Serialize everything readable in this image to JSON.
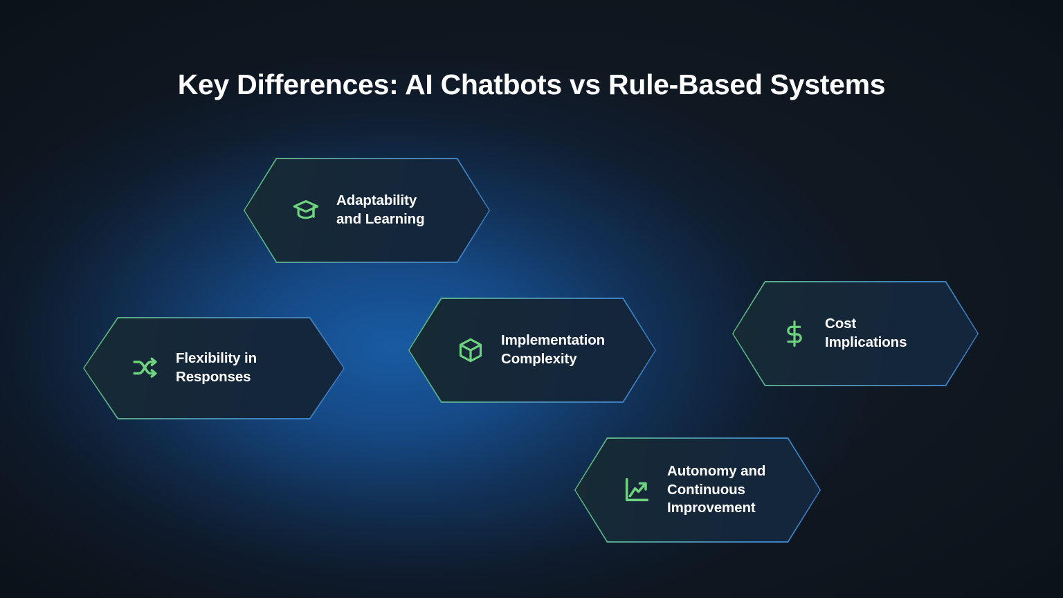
{
  "page": {
    "title": "Key Differences: AI Chatbots vs Rule-Based Systems",
    "background_color_center": "#164a8a",
    "background_color_edge": "#101821",
    "accent_icon_color": "#6ed47f",
    "border_gradient_start": "#63bd78",
    "border_gradient_end": "#3d7fc6",
    "card_fill_color": "#111f30",
    "text_color": "#ffffff"
  },
  "cards": [
    {
      "id": "adaptability",
      "label": "Adaptability\nand Learning",
      "icon": "graduation-cap-icon"
    },
    {
      "id": "flexibility",
      "label": "Flexibility in Responses",
      "icon": "shuffle-icon"
    },
    {
      "id": "implementation",
      "label": "Implementation\nComplexity",
      "icon": "cube-icon"
    },
    {
      "id": "cost",
      "label": "Cost Implications",
      "icon": "dollar-sign-icon"
    },
    {
      "id": "autonomy",
      "label": "Autonomy and\nContinuous\nImprovement",
      "icon": "trending-up-chart-icon"
    }
  ]
}
